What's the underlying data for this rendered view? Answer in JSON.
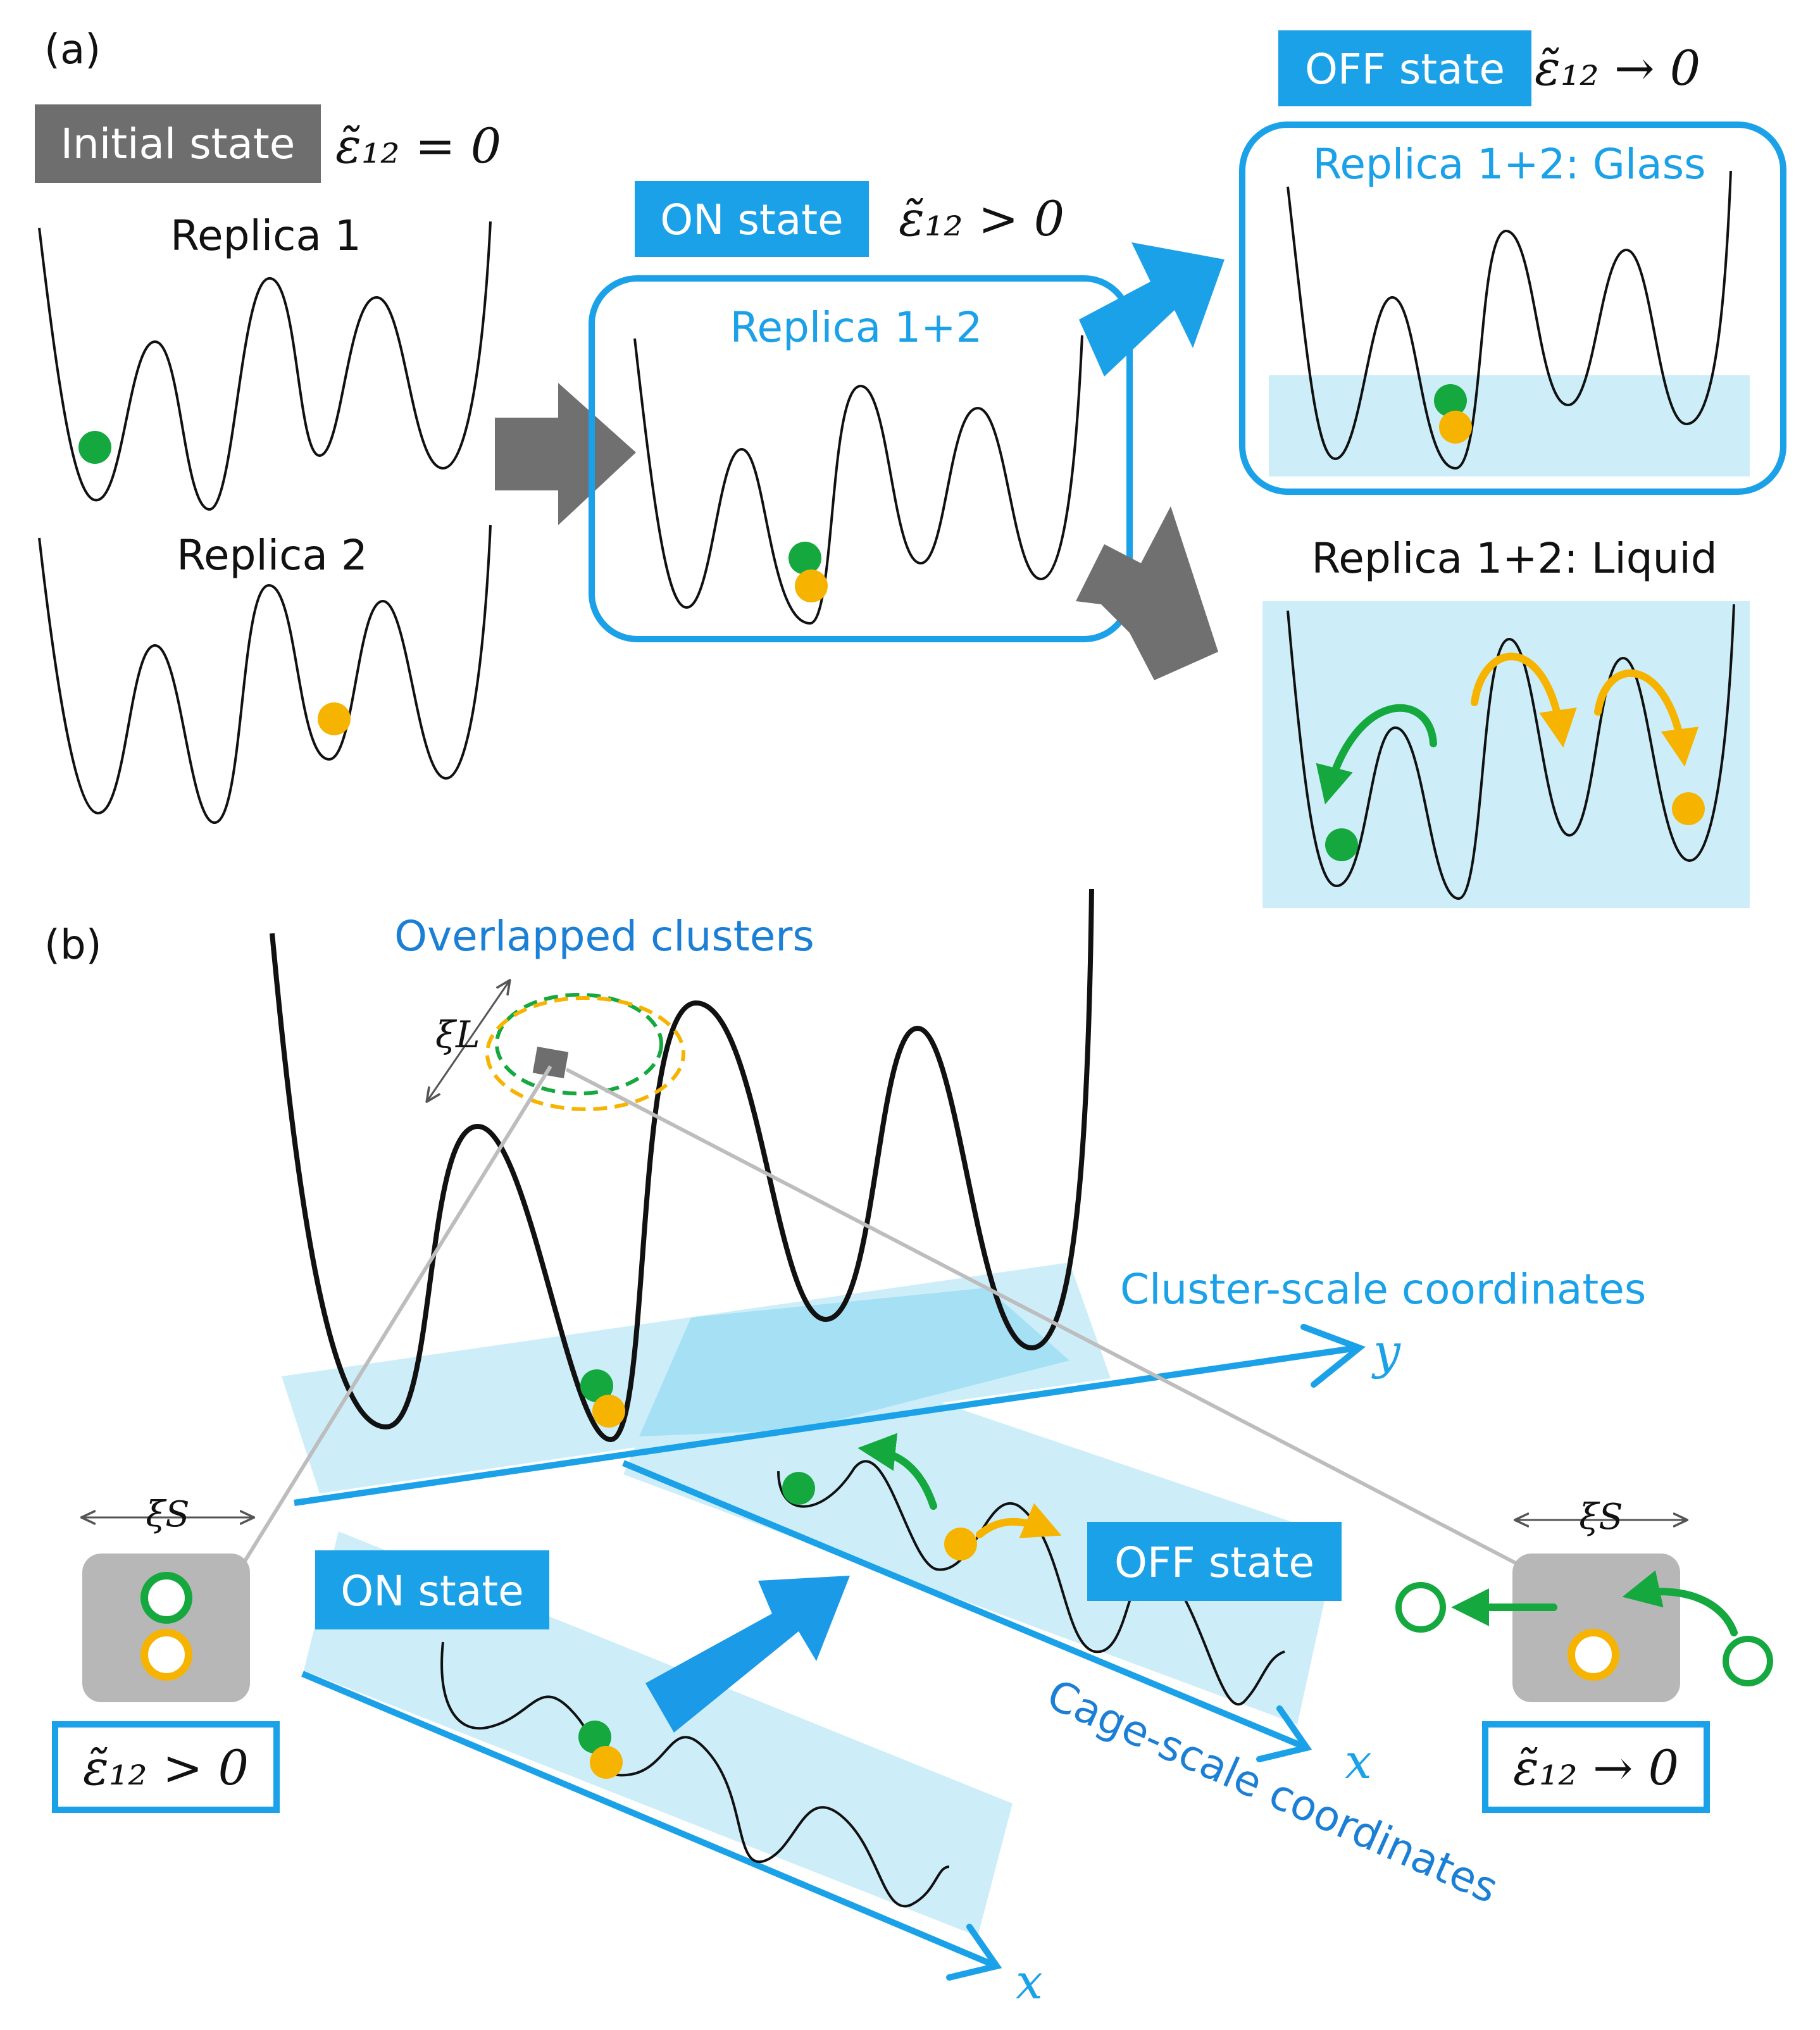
{
  "colors": {
    "accent": "#1ba1e8",
    "accent_dark": "#1b7fd6",
    "light_fill": "#cdeef9",
    "deep_fill": "#a6e0f5",
    "gray_box": "#6e6e6e",
    "gray_arrow": "#707070",
    "tile": "#b7b7b7",
    "green": "#14a83e",
    "yellow": "#f6b400",
    "ink": "#111111"
  },
  "panel_a": {
    "label": "(a)",
    "initial_badge": "Initial state",
    "initial_eq": "ε̃₁₂ = 0",
    "replica1": "Replica 1",
    "replica2": "Replica 2",
    "on_badge": "ON state",
    "on_eq": "ε̃₁₂ > 0",
    "replica12": "Replica 1+2",
    "off_badge": "OFF state",
    "off_eq": "ε̃₁₂ → 0",
    "glass": "Replica 1+2: Glass",
    "liquid": "Replica 1+2: Liquid"
  },
  "panel_b": {
    "label": "(b)",
    "overlapped": "Overlapped clusters",
    "xi_l": "ξL",
    "cluster_coords": "Cluster-scale coordinates",
    "cage_coords": "Cage-scale coordinates",
    "axis_y": "y",
    "axis_x": "x",
    "on_badge": "ON state",
    "off_badge": "OFF state",
    "xi_s": "ξS",
    "eq_on": "ε̃₁₂ > 0",
    "eq_off": "ε̃₁₂ → 0"
  }
}
